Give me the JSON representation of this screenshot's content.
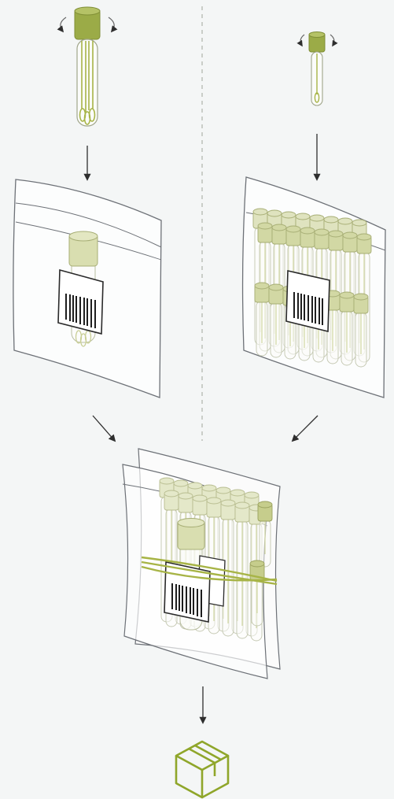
{
  "diagram": {
    "steps": [
      {
        "name": "cap-single-tube",
        "icon": "rotate-cap-icon"
      },
      {
        "name": "cap-small-tube",
        "icon": "rotate-cap-icon"
      },
      {
        "name": "single-tube-in-bag",
        "icon": "bag-icon"
      },
      {
        "name": "tube-rack-in-bag",
        "icon": "bag-icon"
      },
      {
        "name": "combined-bundled-bags",
        "icon": "bag-icon"
      },
      {
        "name": "ship-box",
        "icon": "box-icon"
      }
    ],
    "colors": {
      "background": "#f4f6f6",
      "cap_dark": "#9bab47",
      "cap_light": "#d9deb0",
      "tube_stroke": "#9aa03d",
      "swab_green": "#a7b446",
      "outline": "#6d7177",
      "bag_fill": "#ffffff",
      "arrow": "#2e2e2e",
      "divider": "#b8bcb4",
      "box": "#8fa62a"
    }
  }
}
